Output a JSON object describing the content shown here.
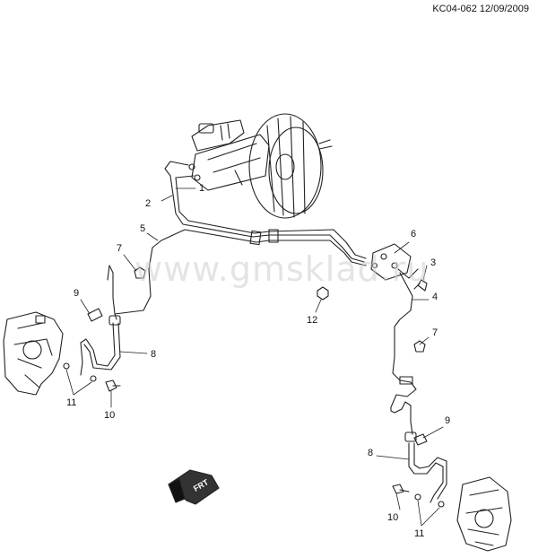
{
  "header": {
    "reference": "KC04-062 12/09/2009"
  },
  "watermark": "www.gmsklad.ru",
  "callouts": [
    {
      "id": "c1",
      "text": "1"
    },
    {
      "id": "c2",
      "text": "2"
    },
    {
      "id": "c5",
      "text": "5"
    },
    {
      "id": "c6",
      "text": "6"
    },
    {
      "id": "c3",
      "text": "3"
    },
    {
      "id": "c4",
      "text": "4"
    },
    {
      "id": "c7a",
      "text": "7"
    },
    {
      "id": "c7b",
      "text": "7"
    },
    {
      "id": "c9a",
      "text": "9"
    },
    {
      "id": "c9b",
      "text": "9"
    },
    {
      "id": "c12",
      "text": "12"
    },
    {
      "id": "c8a",
      "text": "8"
    },
    {
      "id": "c8b",
      "text": "8"
    },
    {
      "id": "c11a",
      "text": "11"
    },
    {
      "id": "c11b",
      "text": "11"
    },
    {
      "id": "c10a",
      "text": "10"
    },
    {
      "id": "c10b",
      "text": "10"
    }
  ],
  "front_arrow": {
    "label": "FRT"
  }
}
